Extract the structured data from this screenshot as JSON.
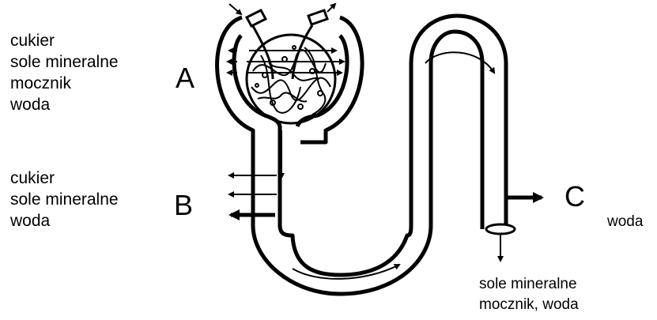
{
  "labels": {
    "A": "A",
    "B": "B",
    "C": "C"
  },
  "group_a": [
    "cukier",
    "sole mineralne",
    "mocznik",
    "woda"
  ],
  "group_b": [
    "cukier",
    "sole mineralne",
    "woda"
  ],
  "group_c": "woda",
  "bottom": [
    "sole mineralne",
    "mocznik, woda"
  ]
}
